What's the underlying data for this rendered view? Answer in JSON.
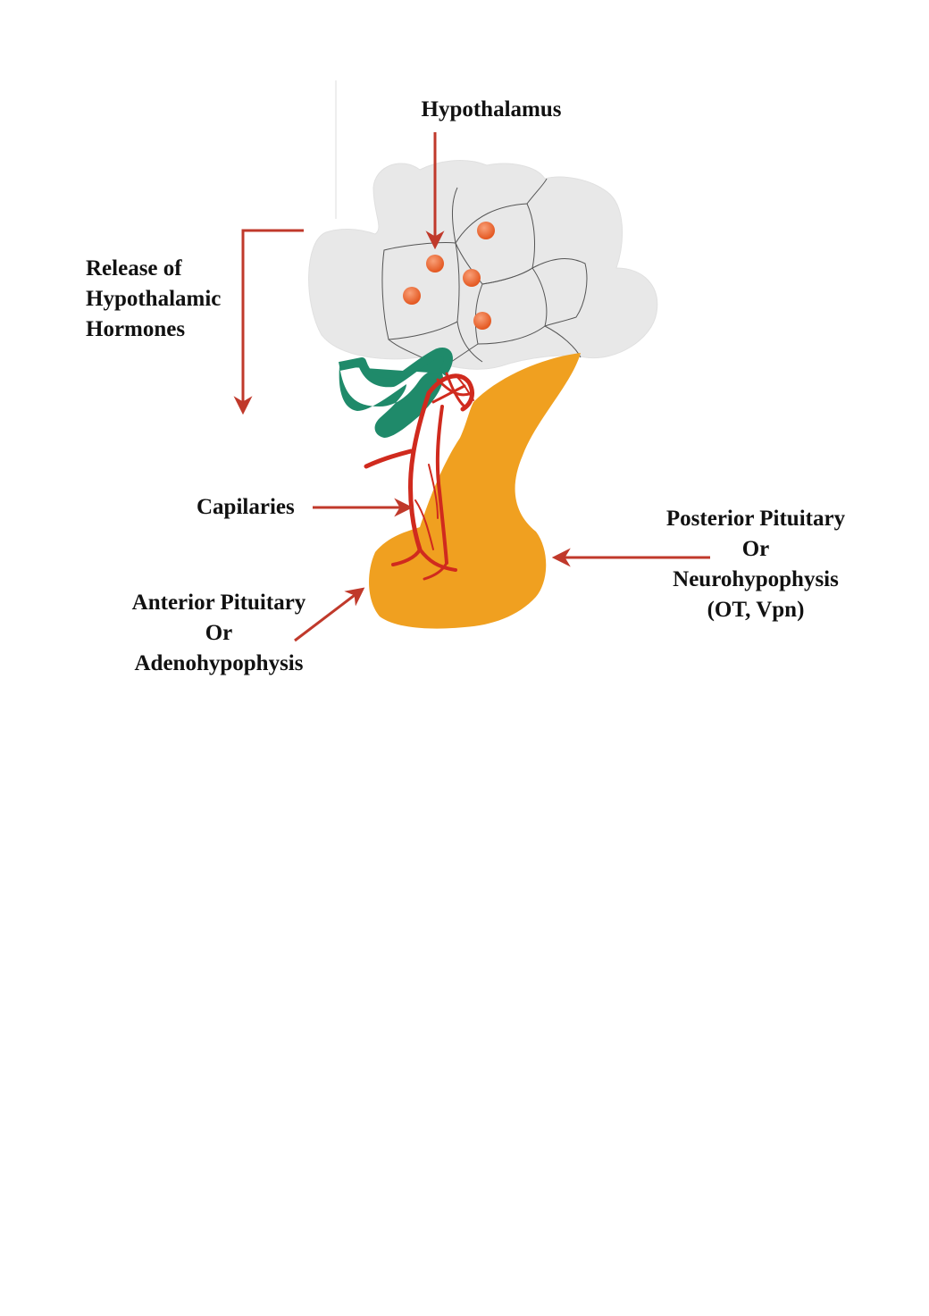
{
  "labels": {
    "hypothalamus": "Hypothalamus",
    "release": [
      "Release of",
      "Hypothalamic",
      "Hormones"
    ],
    "capillaries": "Capilaries",
    "posterior": [
      "Posterior Pituitary",
      "Or",
      "Neurohypophysis",
      "(OT, Vpn)"
    ],
    "anterior": [
      "Anterior Pituitary",
      "Or",
      "Adenohypophysis"
    ]
  },
  "colors": {
    "arrow": "#c0392b",
    "hypothalamus_fill": "#e8e8e8",
    "pituitary_fill": "#f0a020",
    "stalk_fill": "#1f8a6a",
    "capillary": "#d02a1e",
    "granule": "#e8612c"
  }
}
